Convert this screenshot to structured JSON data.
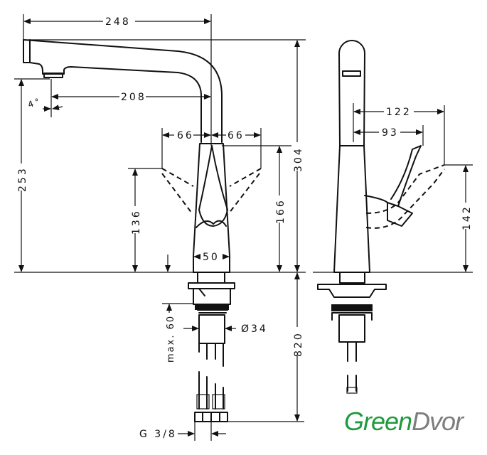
{
  "dimensions": {
    "spout_reach": "248",
    "spout_to_aerator": "208",
    "angle": "4°",
    "aerator_height": "253",
    "total_height": "304",
    "handle_left": "66",
    "handle_right": "66",
    "handle_height_low": "136",
    "handle_height_high": "166",
    "base_width": "50",
    "max_deck": "max. 60",
    "hole_diameter": "Ø34",
    "hose_length": "820",
    "connection": "G 3/8",
    "side_reach_outer": "122",
    "side_reach_inner": "93",
    "side_handle_height": "142"
  },
  "logo": {
    "part1": "Green",
    "part2": "Dvor",
    "color1": "#1e9a3c",
    "color2": "#7d7d7d"
  }
}
